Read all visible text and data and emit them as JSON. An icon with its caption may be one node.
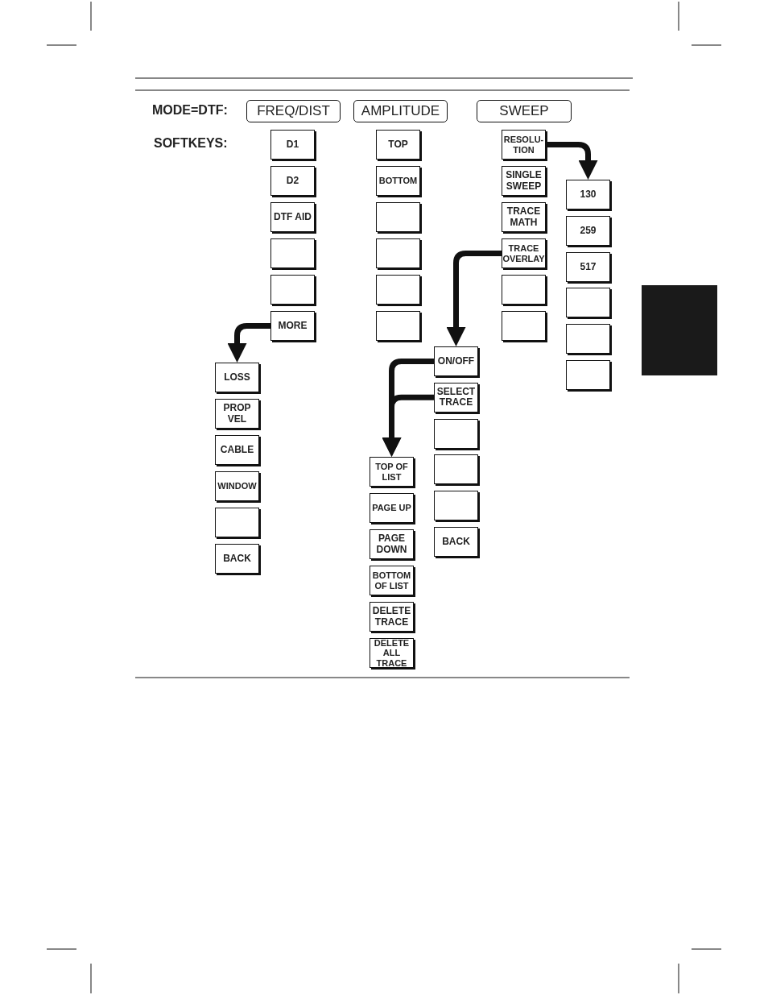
{
  "diagram": {
    "nodes": [
      {
        "text": [
          "FREQ/DIST"
        ]
      },
      {
        "text": [
          "AMPLITUDE"
        ]
      },
      {
        "text": [
          "SWEEP"
        ]
      },
      {
        "text": [
          "D1"
        ]
      },
      {
        "text": [
          "D2"
        ]
      },
      {
        "text": [
          "DTF AID"
        ]
      },
      {
        "text": [],
        "shape": "box"
      },
      {
        "text": [],
        "shape": "box"
      },
      {
        "text": [
          "MORE"
        ]
      },
      {
        "text": [
          "TOP"
        ]
      },
      {
        "text": [
          "BOTTOM"
        ]
      },
      {
        "text": [],
        "shape": "box"
      },
      {
        "text": [],
        "shape": "box"
      },
      {
        "text": [],
        "shape": "box"
      },
      {
        "text": [],
        "shape": "box"
      },
      {
        "text": [
          "RESOLU- TION"
        ]
      },
      {
        "text": [
          "SINGLE SWEEP"
        ]
      },
      {
        "text": [
          "TRACE MATH"
        ]
      },
      {
        "text": [
          "TRACE OVERLAY"
        ]
      },
      {
        "text": [],
        "shape": "box"
      },
      {
        "text": [],
        "shape": "box"
      },
      {
        "text": [
          "130"
        ]
      },
      {
        "text": [
          "259"
        ]
      },
      {
        "text": [
          "517"
        ]
      },
      {
        "text": [],
        "shape": "box"
      },
      {
        "text": [],
        "shape": "box"
      },
      {
        "text": [],
        "shape": "box"
      },
      {
        "text": [
          "LOSS"
        ]
      },
      {
        "text": [
          "PROP VEL"
        ]
      },
      {
        "text": [
          "CABLE"
        ]
      },
      {
        "text": [
          "WINDOW"
        ]
      },
      {
        "text": [],
        "shape": "box"
      },
      {
        "text": [
          "BACK"
        ]
      },
      {
        "text": [
          "ON/OFF"
        ]
      },
      {
        "text": [
          "SELECT TRACE"
        ]
      },
      {
        "text": [],
        "shape": "box"
      },
      {
        "text": [],
        "shape": "box"
      },
      {
        "text": [],
        "shape": "box"
      },
      {
        "text": [
          "BACK"
        ]
      },
      {
        "text": [
          "TOP OF LIST"
        ]
      },
      {
        "text": [
          "PAGE UP"
        ]
      },
      {
        "text": [
          "PAGE DOWN"
        ]
      },
      {
        "text": [
          "BOTTOM OF LIST"
        ]
      },
      {
        "text": [
          "DELETE TRACE"
        ]
      },
      {
        "text": [
          "DELETE ALL TRACE"
        ]
      }
    ],
    "edges": [
      {
        "from": 8,
        "to": 27,
        "arrow": "to"
      },
      {
        "from": 15,
        "to": 21,
        "arrow": "to"
      },
      {
        "from": 18,
        "to": 33,
        "arrow": "to"
      },
      {
        "from": 33,
        "to": 39,
        "arrow": "to"
      },
      {
        "from": 34,
        "to": 39,
        "arrow": "to"
      }
    ],
    "labels": [
      "MODE=DTF:",
      "SOFTKEYS:"
    ]
  }
}
